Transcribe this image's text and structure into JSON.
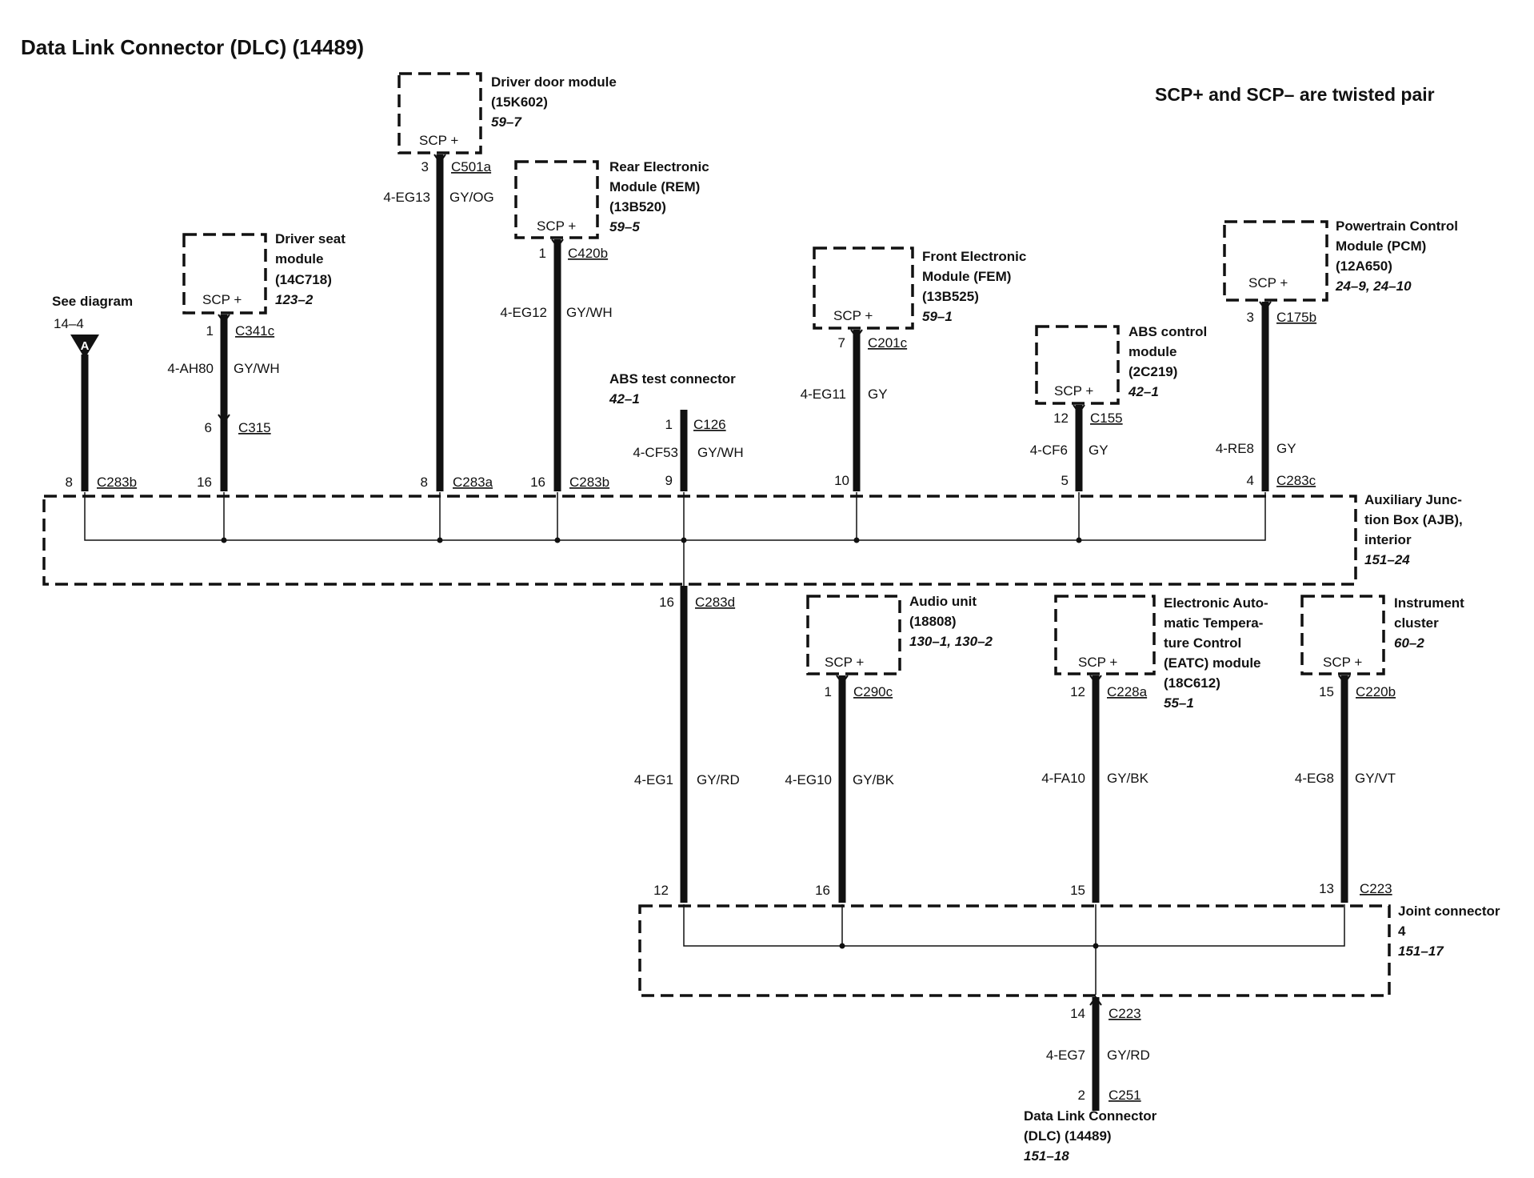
{
  "title": "Data Link Connector (DLC) (14489)",
  "note": "SCP+ and SCP– are twisted pair",
  "scp_label": "SCP +",
  "see_diagram": {
    "label": "See diagram",
    "ref": "14–4",
    "marker": "A"
  },
  "modules": {
    "driver_door": {
      "lines": [
        "Driver door module",
        "(15K602)"
      ],
      "ref": "59–7"
    },
    "rem": {
      "lines": [
        "Rear Electronic",
        "Module (REM)",
        "(13B520)"
      ],
      "ref": "59–5"
    },
    "driver_seat": {
      "lines": [
        "Driver seat",
        "module",
        "(14C718)"
      ],
      "ref": "123–2"
    },
    "fem": {
      "lines": [
        "Front Electronic",
        "Module (FEM)",
        "(13B525)"
      ],
      "ref": "59–1"
    },
    "abs_module": {
      "lines": [
        "ABS control",
        "module",
        "(2C219)"
      ],
      "ref": "42–1"
    },
    "pcm": {
      "lines": [
        "Powertrain Control",
        "Module (PCM)",
        "(12A650)"
      ],
      "ref": "24–9, 24–10"
    },
    "abs_test": {
      "lines": [
        "ABS test connector"
      ],
      "ref": "42–1"
    },
    "ajb": {
      "lines": [
        "Auxiliary Junc-",
        "tion Box (AJB),",
        "interior"
      ],
      "ref": "151–24"
    },
    "audio": {
      "lines": [
        "Audio unit",
        "(18808)"
      ],
      "ref": "130–1, 130–2"
    },
    "eatc": {
      "lines": [
        "Electronic Auto-",
        "matic Tempera-",
        "ture Control",
        "(EATC) module",
        "(18C612)"
      ],
      "ref": "55–1"
    },
    "cluster": {
      "lines": [
        "Instrument",
        "cluster"
      ],
      "ref": "60–2"
    },
    "joint": {
      "lines": [
        "Joint connector",
        "4"
      ],
      "ref": "151–17"
    },
    "dlc": {
      "lines": [
        "Data Link Connector",
        "(DLC) (14489)"
      ],
      "ref": "151–18"
    }
  },
  "wires": {
    "driver_door": {
      "pin": "3",
      "conn": "C501a",
      "circuit": "4-EG13",
      "color": "GY/OG",
      "ajb_pin": "8",
      "ajb_conn": "C283a"
    },
    "rem": {
      "pin": "1",
      "conn": "C420b",
      "circuit": "4-EG12",
      "color": "GY/WH",
      "ajb_pin": "16",
      "ajb_conn": "C283b"
    },
    "driver_seat": {
      "pin": "1",
      "conn": "C341c",
      "circuit": "4-AH80",
      "color": "GY/WH",
      "mid_pin": "6",
      "mid_conn": "C315",
      "ajb_pin": "16"
    },
    "see_diagram": {
      "ajb_pin": "8",
      "ajb_conn": "C283b"
    },
    "abs_test": {
      "pin": "1",
      "conn": "C126",
      "circuit": "4-CF53",
      "color": "GY/WH",
      "ajb_pin": "9"
    },
    "fem": {
      "pin": "7",
      "conn": "C201c",
      "circuit": "4-EG11",
      "color": "GY",
      "ajb_pin": "10"
    },
    "abs_module": {
      "pin": "12",
      "conn": "C155",
      "circuit": "4-CF6",
      "color": "GY",
      "ajb_pin": "5"
    },
    "pcm": {
      "pin": "3",
      "conn": "C175b",
      "circuit": "4-RE8",
      "color": "GY",
      "ajb_pin": "4",
      "ajb_conn": "C283c"
    },
    "ajb_out": {
      "pin": "16",
      "conn": "C283d",
      "circuit": "4-EG1",
      "color": "GY/RD",
      "joint_pin": "12"
    },
    "audio": {
      "pin": "1",
      "conn": "C290c",
      "circuit": "4-EG10",
      "color": "GY/BK",
      "joint_pin": "16"
    },
    "eatc": {
      "pin": "12",
      "conn": "C228a",
      "circuit": "4-FA10",
      "color": "GY/BK",
      "joint_pin": "15"
    },
    "cluster": {
      "pin": "15",
      "conn": "C220b",
      "circuit": "4-EG8",
      "color": "GY/VT",
      "joint_pin": "13",
      "joint_conn": "C223"
    },
    "dlc": {
      "pin_top": "14",
      "conn_top": "C223",
      "circuit": "4-EG7",
      "color": "GY/RD",
      "pin_bottom": "2",
      "conn_bottom": "C251"
    }
  }
}
